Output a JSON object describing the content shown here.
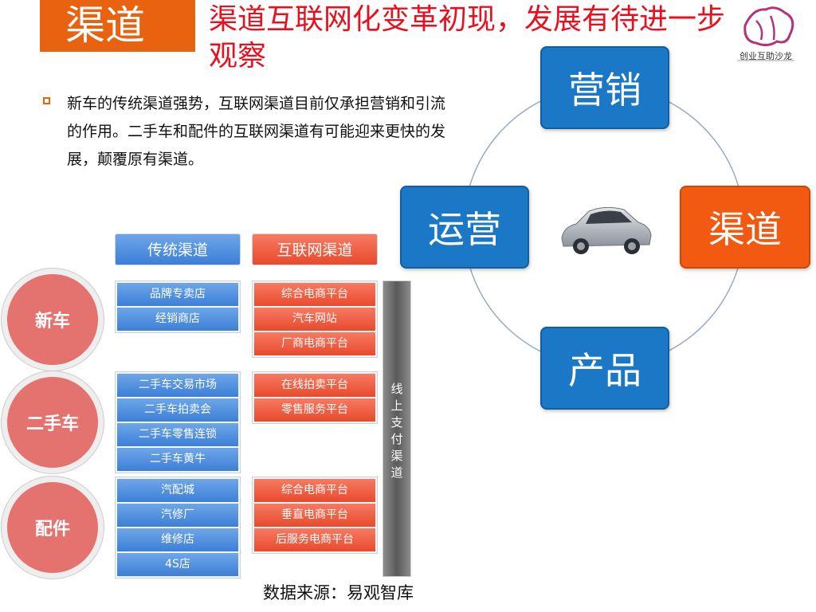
{
  "header": {
    "tag": "渠道",
    "title": "渠道互联网化变革初现，发展有待进一步观察",
    "logo_text": "创业互助沙龙"
  },
  "intro": "新车的传统渠道强势，互联网渠道目前仅承担营销和引流的作用。二手车和配件的互联网渠道有可能迎来更快的发展，颠覆原有渠道。",
  "columns": {
    "traditional": "传统渠道",
    "internet": "互联网渠道"
  },
  "categories": [
    {
      "label": "新车",
      "traditional": [
        "品牌专卖店",
        "经销商店"
      ],
      "internet": [
        "综合电商平台",
        "汽车网站",
        "厂商电商平台"
      ]
    },
    {
      "label": "二手车",
      "traditional": [
        "二手车交易市场",
        "二手车拍卖会",
        "二手车零售连锁",
        "二手车黄牛"
      ],
      "internet": [
        "在线拍卖平台",
        "零售服务平台"
      ]
    },
    {
      "label": "配件",
      "traditional": [
        "汽配城",
        "汽修厂",
        "维修店",
        "4S店"
      ],
      "internet": [
        "综合电商平台",
        "垂直电商平台",
        "后服务电商平台"
      ]
    }
  ],
  "payment_bar": "线上支付渠道",
  "source": "数据来源：易观智库",
  "cycle": {
    "top": "营销",
    "left": "运营",
    "right": "渠道",
    "bottom": "产品"
  },
  "colors": {
    "accent_orange": "#e8620f",
    "title_red": "#e8101e",
    "node_blue": "#1b78c6",
    "node_orange": "#f25a12"
  }
}
